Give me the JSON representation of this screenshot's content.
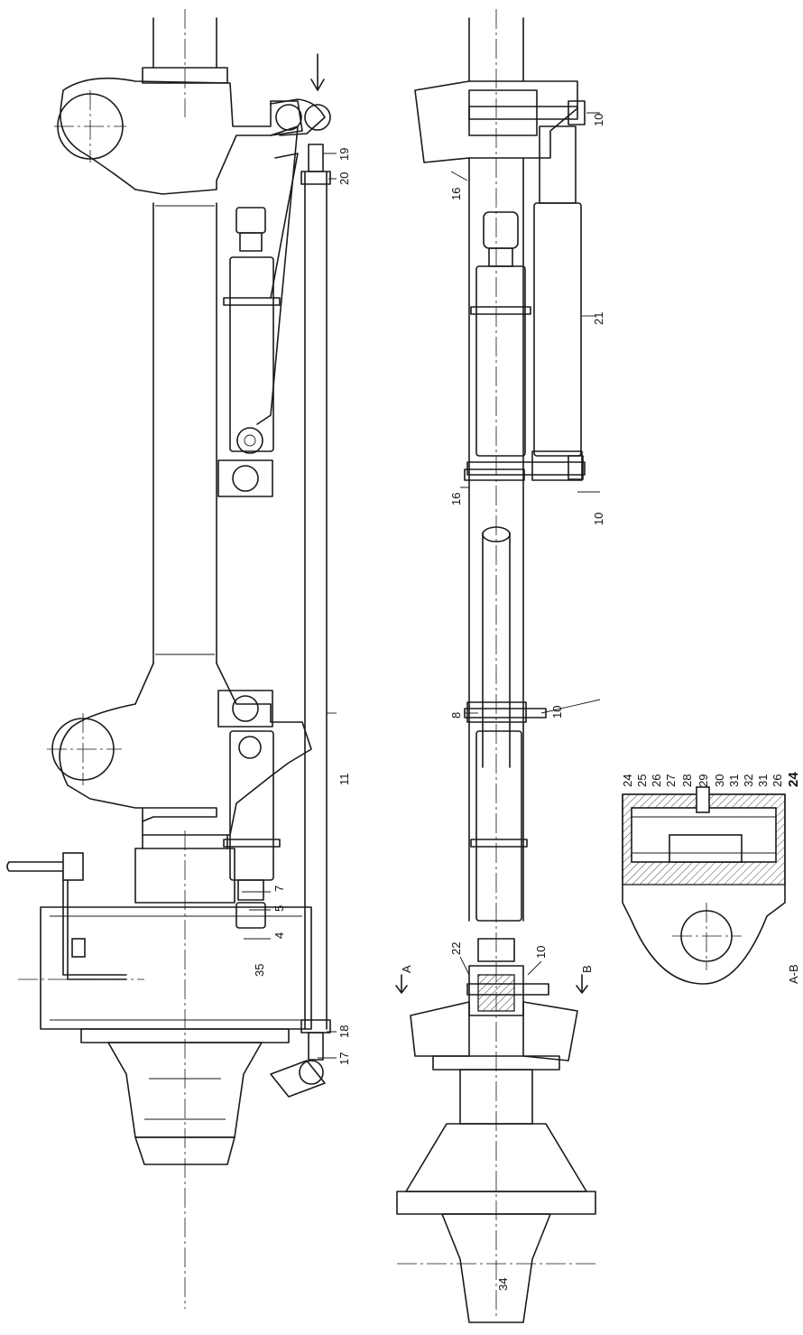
{
  "callouts": {
    "c4": "4",
    "c5": "5",
    "c7": "7",
    "c8": "8",
    "c10a": "10",
    "c10b": "10",
    "c10c": "10",
    "c10d": "10",
    "c11": "11",
    "c16a": "16",
    "c16b": "16",
    "c17": "17",
    "c18": "18",
    "c19": "19",
    "c20": "20",
    "c21": "21",
    "c22": "22",
    "c24a": "24",
    "c25": "25",
    "c26a": "26",
    "c27": "27",
    "c28": "28",
    "c29": "29",
    "c30": "30",
    "c31a": "31",
    "c32": "32",
    "c31b": "31",
    "c26b": "26",
    "c24b": "24",
    "c34": "34",
    "c35": "35"
  },
  "section": {
    "arrow_a": "A",
    "arrow_b": "B",
    "title": "A-B"
  }
}
